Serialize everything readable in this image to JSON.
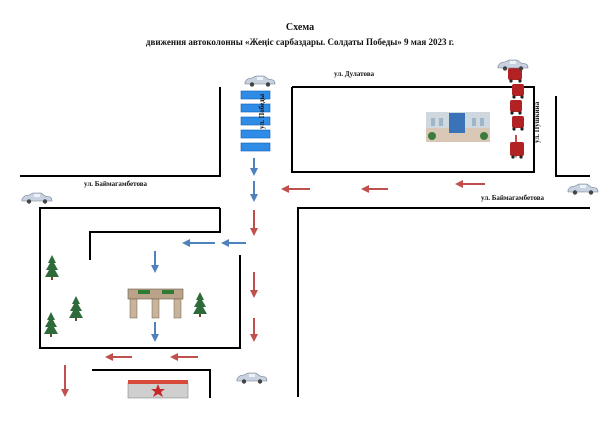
{
  "title": "Схема",
  "subtitle": "движения автоколонны «Жеңіс сарбаздары. Солдаты Победы» 9 мая 2023 г.",
  "streets": {
    "dulatova": "ул. Дулатова",
    "pobedy": "ул. Победы",
    "pushkina": "ул. Пушкина",
    "baimagambetova_left": "ул. Баймагамбетова",
    "baimagambetova_right": "ул. Баймагамбетова"
  },
  "colors": {
    "road_line": "#000000",
    "arrow_red": "#c0504d",
    "arrow_blue": "#4f81bd",
    "crosswalk": "#2e8be6",
    "tree": "#2f6b3a",
    "car": "#b9c4d6"
  },
  "icons": {
    "car": "car-icon",
    "tree": "fir-tree-icon",
    "arch": "park-arch-icon",
    "building": "government-building-icon",
    "memorial": "memorial-star-icon",
    "column": "military-vehicle-column-icon"
  }
}
